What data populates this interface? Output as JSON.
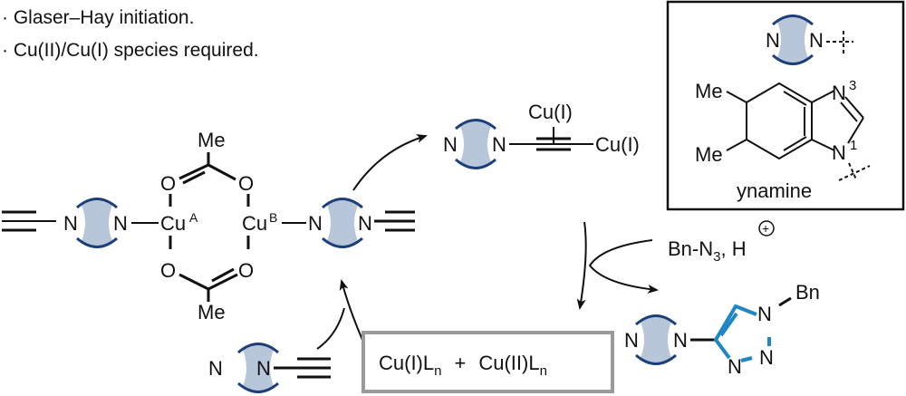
{
  "notes": [
    "· Glaser–Hay initiation.",
    "· Cu(II)/Cu(I) species required."
  ],
  "legend_box": {
    "atom_n_left": "N",
    "atom_n_right": "N",
    "methyl_top": "Me",
    "methyl_bottom": "Me",
    "n3_label": "N",
    "n3_superscript": "3",
    "n1_label": "N",
    "n1_superscript": "1",
    "caption": "ynamine"
  },
  "dimer_complex": {
    "copper_a": "Cu",
    "copper_a_sup": "A",
    "copper_b": "Cu",
    "copper_b_sup": "B",
    "oxygen": "O",
    "methyl_top": "Me",
    "methyl_bottom": "Me",
    "nitrogen": "N"
  },
  "acetylide_intermediate": {
    "nitrogen": "N",
    "cu_top": "Cu(I)",
    "cu_right": "Cu(I)"
  },
  "reagents": {
    "azide": "Bn-N",
    "azide_sub": "3",
    "acid": ", H",
    "charge": "+"
  },
  "product": {
    "nitrogen": "N",
    "substituent": "Bn"
  },
  "catalyst_box": {
    "species_1": "Cu(I)L",
    "species_1_sub": "n",
    "plus": "+",
    "species_2": "Cu(II)L",
    "species_2_sub": "n"
  },
  "substrate": {
    "nitrogen": "N"
  },
  "colors": {
    "ligand_fill": "#b8c6d9",
    "ligand_arc": "#1c3f7a",
    "triazole": "#1f86c6",
    "catalyst_box_border": "#9a9a9a",
    "legend_box_border": "#111111"
  }
}
